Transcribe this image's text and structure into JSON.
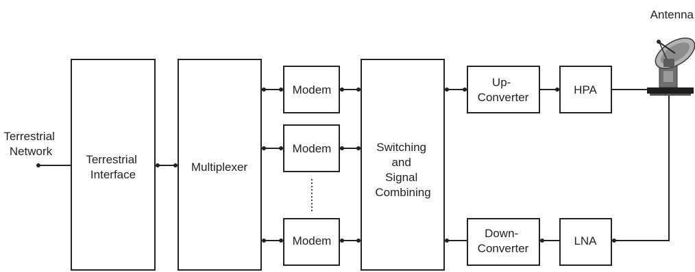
{
  "labels": {
    "antenna": "Antenna",
    "terrestrial_network": [
      "Terrestrial",
      "Network"
    ],
    "terrestrial_interface": [
      "Terrestrial",
      "Interface"
    ],
    "multiplexer": "Multiplexer",
    "modem": "Modem",
    "switching": [
      "Switching",
      "and",
      "Signal",
      "Combining"
    ],
    "up_converter": [
      "Up-",
      "Converter"
    ],
    "down_converter": [
      "Down-",
      "Converter"
    ],
    "hpa": "HPA",
    "lna": "LNA"
  }
}
